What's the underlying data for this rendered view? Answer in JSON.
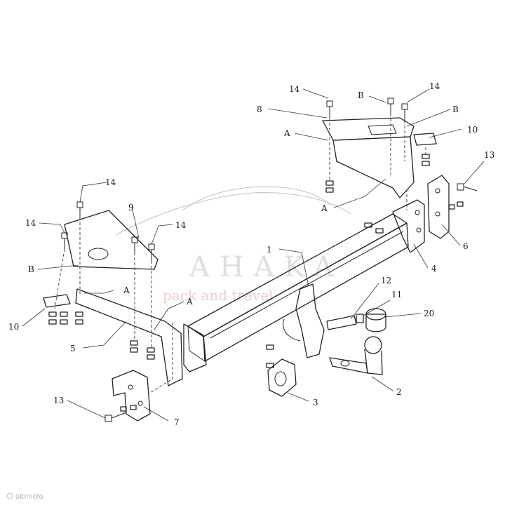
{
  "watermark": {
    "brand": "AHAKA",
    "tagline": "pack and travel"
  },
  "footer": {
    "source": "otomoto"
  },
  "callouts": [
    {
      "id": "c-1",
      "text": "1"
    },
    {
      "id": "c-2",
      "text": "2"
    },
    {
      "id": "c-3",
      "text": "3"
    },
    {
      "id": "c-4",
      "text": "4"
    },
    {
      "id": "c-5",
      "text": "5"
    },
    {
      "id": "c-6",
      "text": "6"
    },
    {
      "id": "c-7",
      "text": "7"
    },
    {
      "id": "c-8",
      "text": "8"
    },
    {
      "id": "c-9",
      "text": "9"
    },
    {
      "id": "c-10a",
      "text": "10"
    },
    {
      "id": "c-10b",
      "text": "10"
    },
    {
      "id": "c-11",
      "text": "11"
    },
    {
      "id": "c-12",
      "text": "12"
    },
    {
      "id": "c-13a",
      "text": "13"
    },
    {
      "id": "c-13b",
      "text": "13"
    },
    {
      "id": "c-14a",
      "text": "14"
    },
    {
      "id": "c-14b",
      "text": "14"
    },
    {
      "id": "c-14c",
      "text": "14"
    },
    {
      "id": "c-14d",
      "text": "14"
    },
    {
      "id": "c-14e",
      "text": "14"
    },
    {
      "id": "c-20",
      "text": "20"
    },
    {
      "id": "c-A1",
      "text": "A"
    },
    {
      "id": "c-A2",
      "text": "A"
    },
    {
      "id": "c-A3",
      "text": "A"
    },
    {
      "id": "c-A4",
      "text": "A"
    },
    {
      "id": "c-B1",
      "text": "B"
    },
    {
      "id": "c-B2",
      "text": "B"
    },
    {
      "id": "c-B3",
      "text": "B"
    }
  ]
}
